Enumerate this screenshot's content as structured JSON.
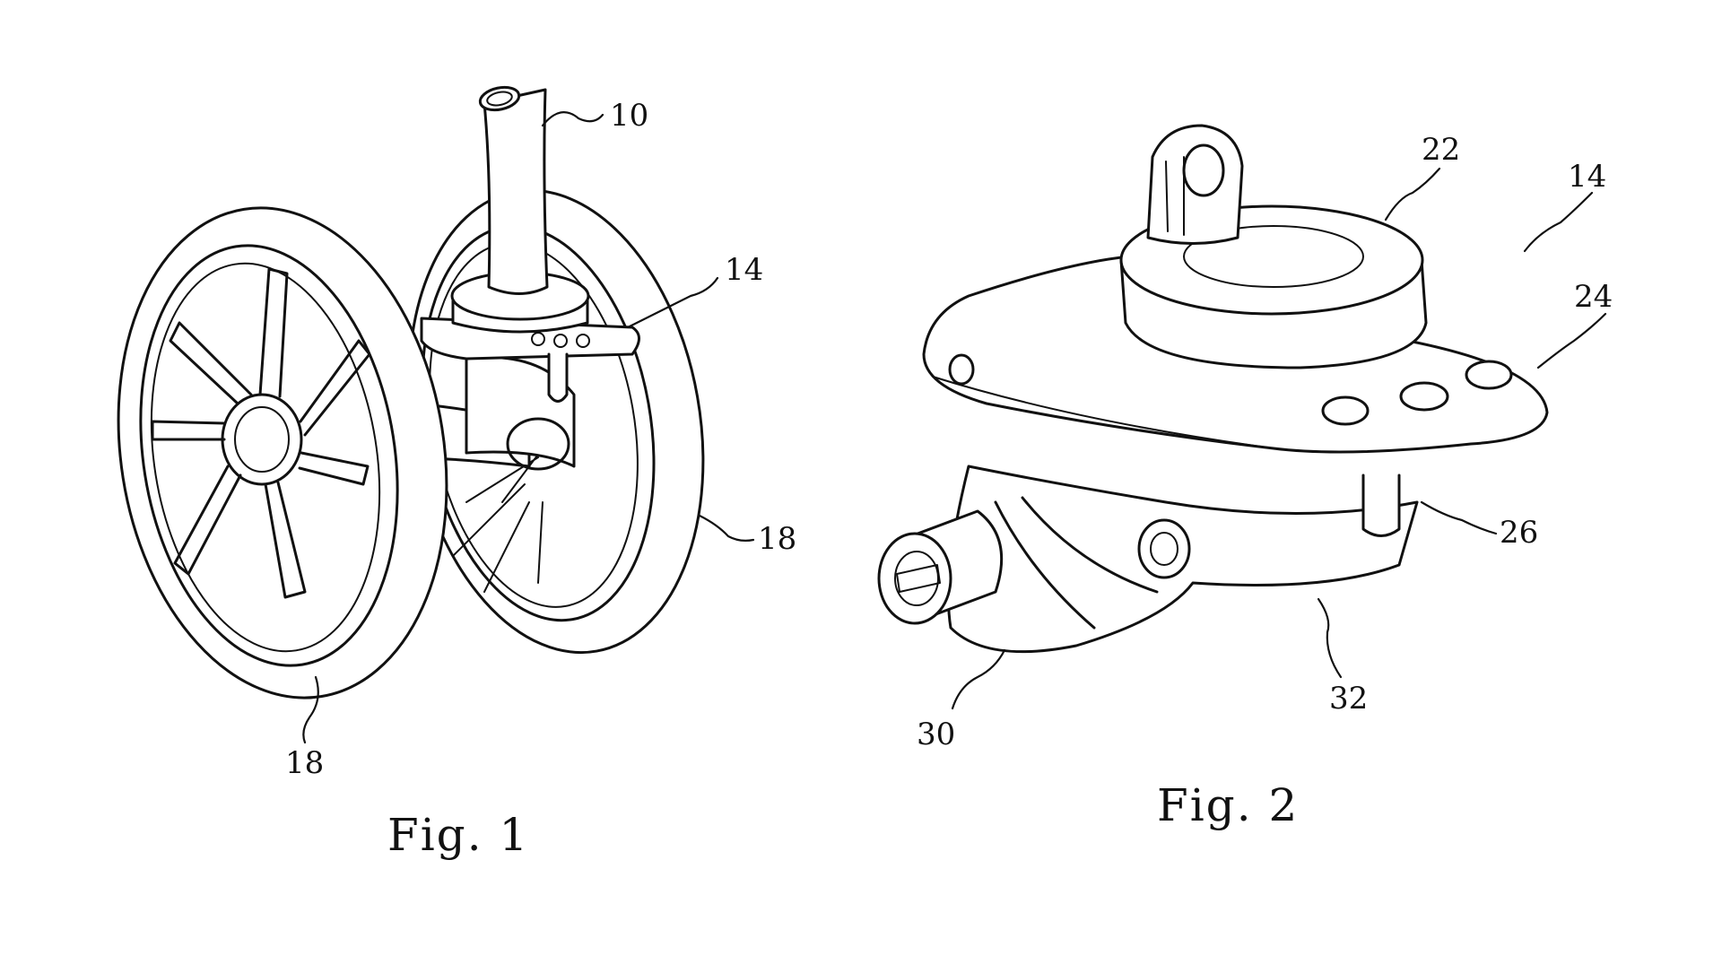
{
  "figures": [
    {
      "caption": "Fig. 1",
      "labels": {
        "tube": "10",
        "caster": "14",
        "wheel_right": "18",
        "wheel_left": "18"
      }
    },
    {
      "caption": "Fig. 2",
      "labels": {
        "caster_assembly": "14",
        "top_cap": "22",
        "plate": "24",
        "clip": "26",
        "axle_mount": "30",
        "body": "32"
      }
    }
  ]
}
